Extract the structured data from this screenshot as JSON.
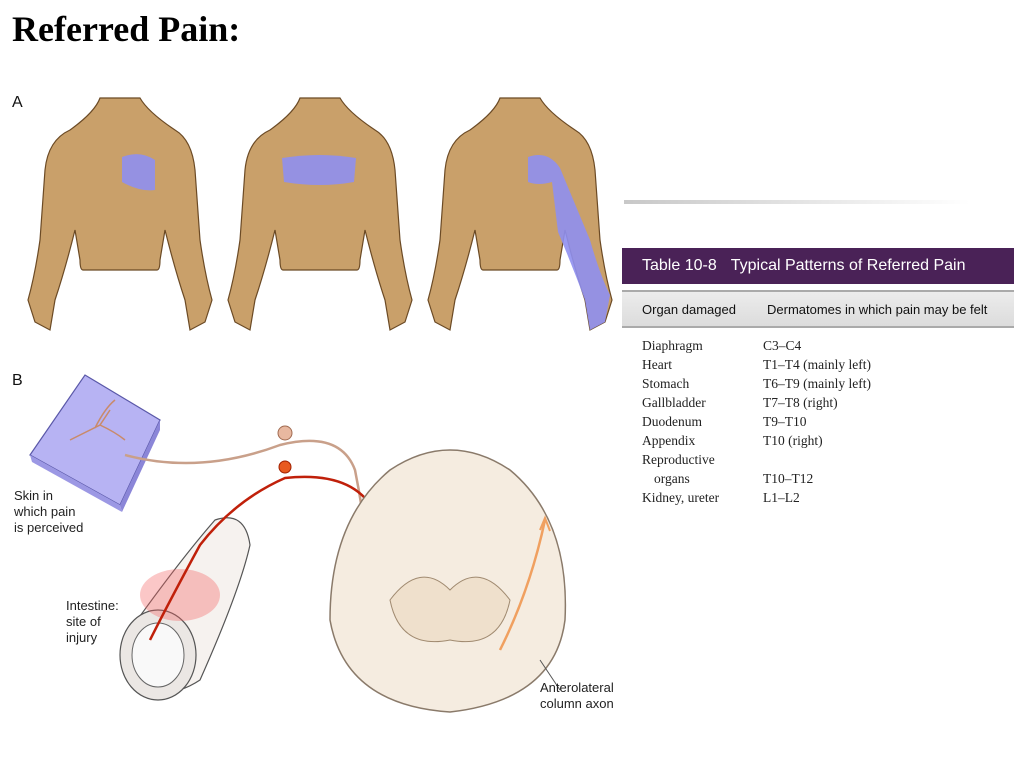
{
  "title": "Referred Pain:",
  "figure": {
    "panel_a_label": "A",
    "panel_b_label": "B",
    "captions": {
      "skin_line1": "Skin in",
      "skin_line2": "which pain",
      "skin_line3": "is perceived",
      "intestine_line1": "Intestine:",
      "intestine_line2": "site of",
      "intestine_line3": "injury",
      "axon_line1": "Anterolateral",
      "axon_line2": "column axon"
    },
    "colors": {
      "skin": "#c9a06a",
      "pain_area": "#8f8ff0",
      "nerve": "#c0200a",
      "cord": "#f5ece0"
    }
  },
  "table": {
    "number": "Table 10-8",
    "caption": "Typical Patterns of Referred Pain",
    "col_organ": "Organ damaged",
    "col_dermatomes": "Dermatomes in which pain may be felt",
    "rows": [
      {
        "organ": "Diaphragm",
        "dermatome": "C3–C4"
      },
      {
        "organ": "Heart",
        "dermatome": "T1–T4 (mainly left)"
      },
      {
        "organ": "Stomach",
        "dermatome": "T6–T9 (mainly left)"
      },
      {
        "organ": "Gallbladder",
        "dermatome": "T7–T8 (right)"
      },
      {
        "organ": "Duodenum",
        "dermatome": "T9–T10"
      },
      {
        "organ": "Appendix",
        "dermatome": "T10 (right)"
      },
      {
        "organ": "Reproductive",
        "dermatome": ""
      },
      {
        "organ": "organs",
        "dermatome": "T10–T12"
      },
      {
        "organ": "Kidney, ureter",
        "dermatome": "L1–L2"
      }
    ]
  }
}
